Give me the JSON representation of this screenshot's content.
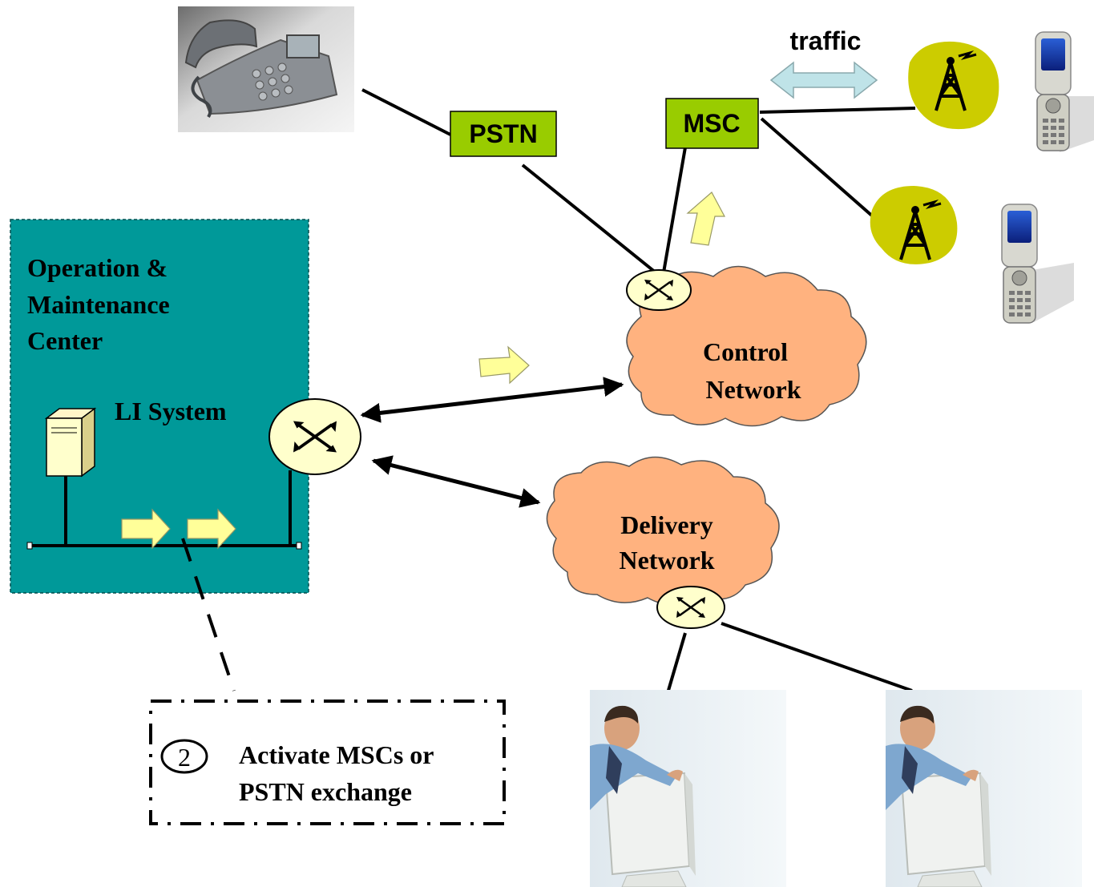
{
  "labels": {
    "pstn": "PSTN",
    "msc": "MSC",
    "traffic": "traffic",
    "omc_line1": "Operation &",
    "omc_line2": "Maintenance",
    "omc_line3": "Center",
    "li_system": "LI System",
    "control_line1": "Control",
    "control_line2": "Network",
    "delivery_line1": "Delivery",
    "delivery_line2": "Network",
    "step_number": "2",
    "step_line1": "Activate MSCs or",
    "step_line2": "PSTN exchange"
  },
  "colors": {
    "omc_box": "#009999",
    "cloud": "#FFB27F",
    "node_box": "#99CC00",
    "arrow_fill": "#FFFF99",
    "traffic_arrow": "#BFE3E8",
    "tower_bg": "#CCCC00"
  },
  "icons": {
    "desk_phone": "desk-phone-icon",
    "server": "server-icon",
    "switch": "switch-router-icon",
    "antenna": "cell-tower-icon",
    "mobile": "mobile-phone-icon",
    "operator": "person-at-computer-photo"
  }
}
